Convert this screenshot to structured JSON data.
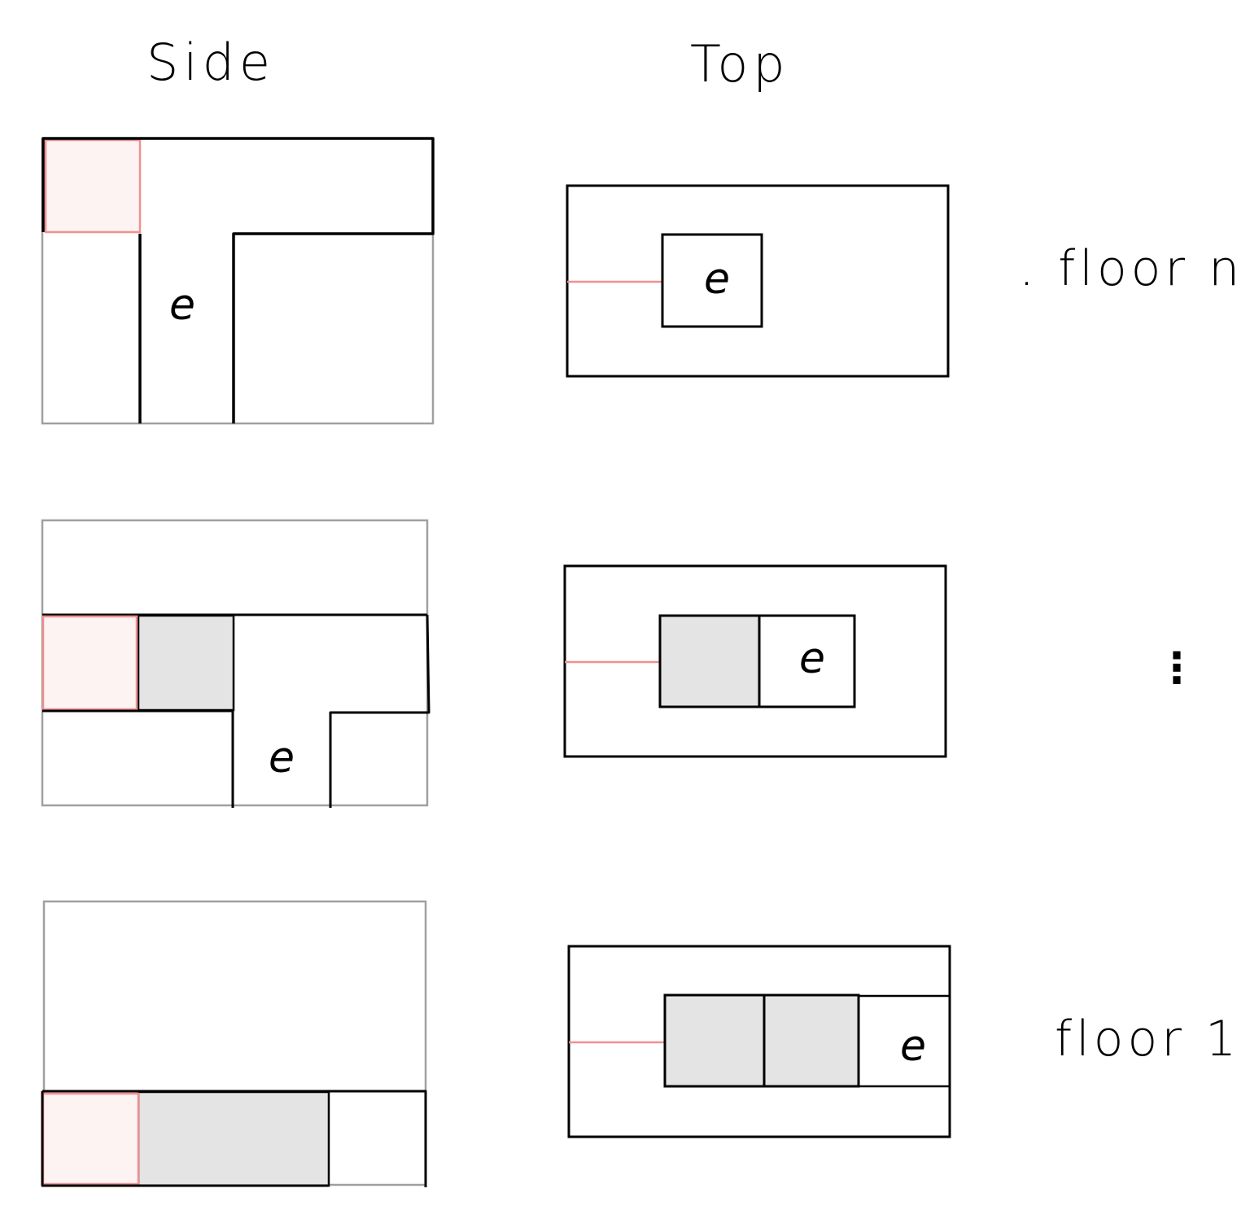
{
  "headers": {
    "side": "Side",
    "top": "Top"
  },
  "cell_label": "e",
  "floors": {
    "top": ". floor n",
    "middle": "⋮",
    "bottom": "floor 1"
  },
  "colors": {
    "outline": "#000000",
    "faint_outline": "#a0a0a0",
    "entry_highlight": "#f09090",
    "entry_fill": "#fdf3f3",
    "filled_cell": "#e4e4e4"
  }
}
